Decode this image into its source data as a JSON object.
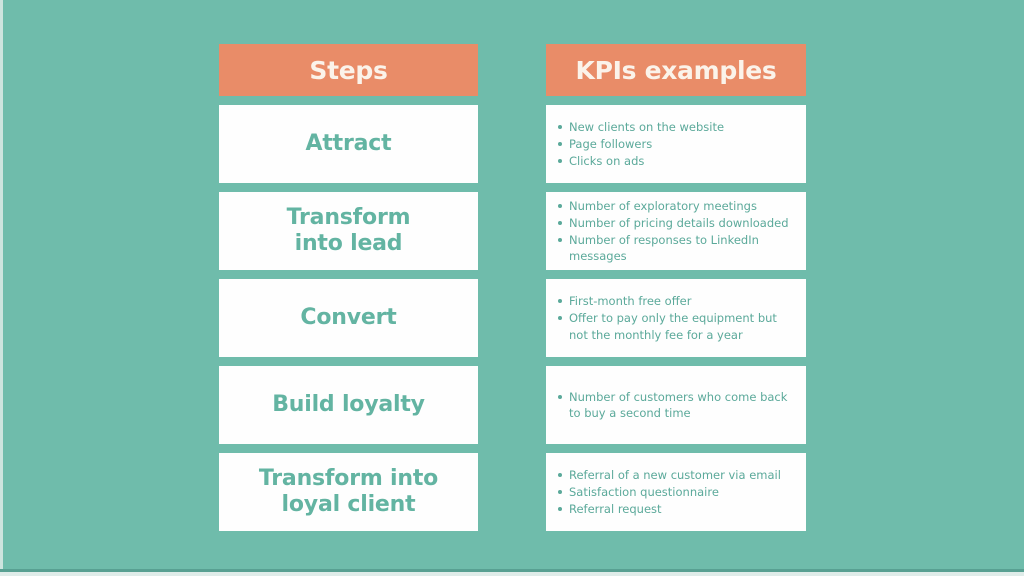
{
  "slide": {
    "background_color": "#6FBCAB",
    "accent_color": "#E98C68",
    "header_text_color": "#FBF3EA",
    "step_text_color": "#63B4A2",
    "kpi_text_color": "#5BA99A",
    "box_color": "#FEFEFE"
  },
  "table": {
    "columns": [
      {
        "id": "steps",
        "header": "Steps"
      },
      {
        "id": "kpis",
        "header": "KPIs examples"
      }
    ],
    "rows": [
      {
        "step": "Attract",
        "kpis": [
          "New clients on the website",
          "Page followers",
          "Clicks on ads"
        ]
      },
      {
        "step": "Transform\ninto lead",
        "kpis": [
          "Number of exploratory meetings",
          "Number of pricing details downloaded",
          "Number of responses to LinkedIn messages"
        ]
      },
      {
        "step": "Convert",
        "kpis": [
          "First-month free offer",
          "Offer to pay only the equipment but not the monthly fee for a year"
        ]
      },
      {
        "step": "Build loyalty",
        "kpis": [
          "Number of customers who come back to buy a second time"
        ]
      },
      {
        "step": "Transform into\nloyal client",
        "kpis": [
          "Referral of a new customer via email",
          "Satisfaction questionnaire",
          "Referral request"
        ]
      }
    ]
  }
}
